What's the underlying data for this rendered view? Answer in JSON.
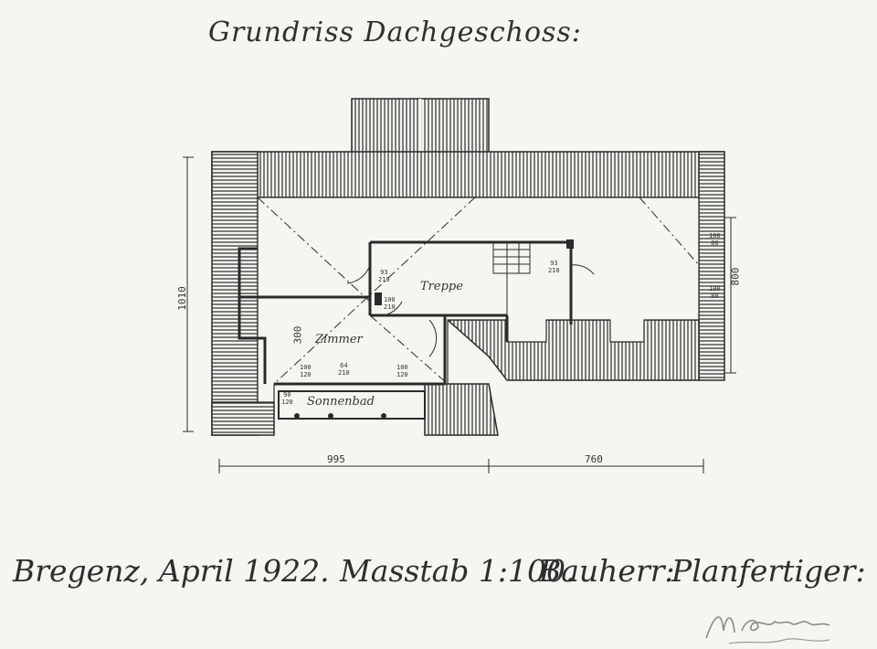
{
  "title": "Grundriss Dachgeschoss:",
  "rooms": {
    "stair_room": "Treppe",
    "room1": "Zimmer",
    "balcony": "Sonnenbad"
  },
  "dimensions": {
    "height_total": "1010",
    "width_left": "995",
    "width_right": "760",
    "right_total": "800",
    "right_upper": "100\n80",
    "right_lower": "100\n80",
    "door_stair_left": "93\n210",
    "door_stair_right": "93\n210",
    "door_room_top": "100\n210",
    "door_room_left": "100\n120",
    "door_room_mid": "64\n210",
    "door_room_right": "100\n120",
    "wall_left": "300",
    "balcony_side": "90\n120"
  },
  "footer": {
    "place_date": "Bregenz, April 1922.",
    "scale": "Masstab 1:100.",
    "owner": "Bauherr:",
    "planner": "Planfertiger:"
  },
  "colors": {
    "ink": "#2a2a2a",
    "paper": "#f6f5f1",
    "roof_hatch": "#3a3a3a"
  }
}
